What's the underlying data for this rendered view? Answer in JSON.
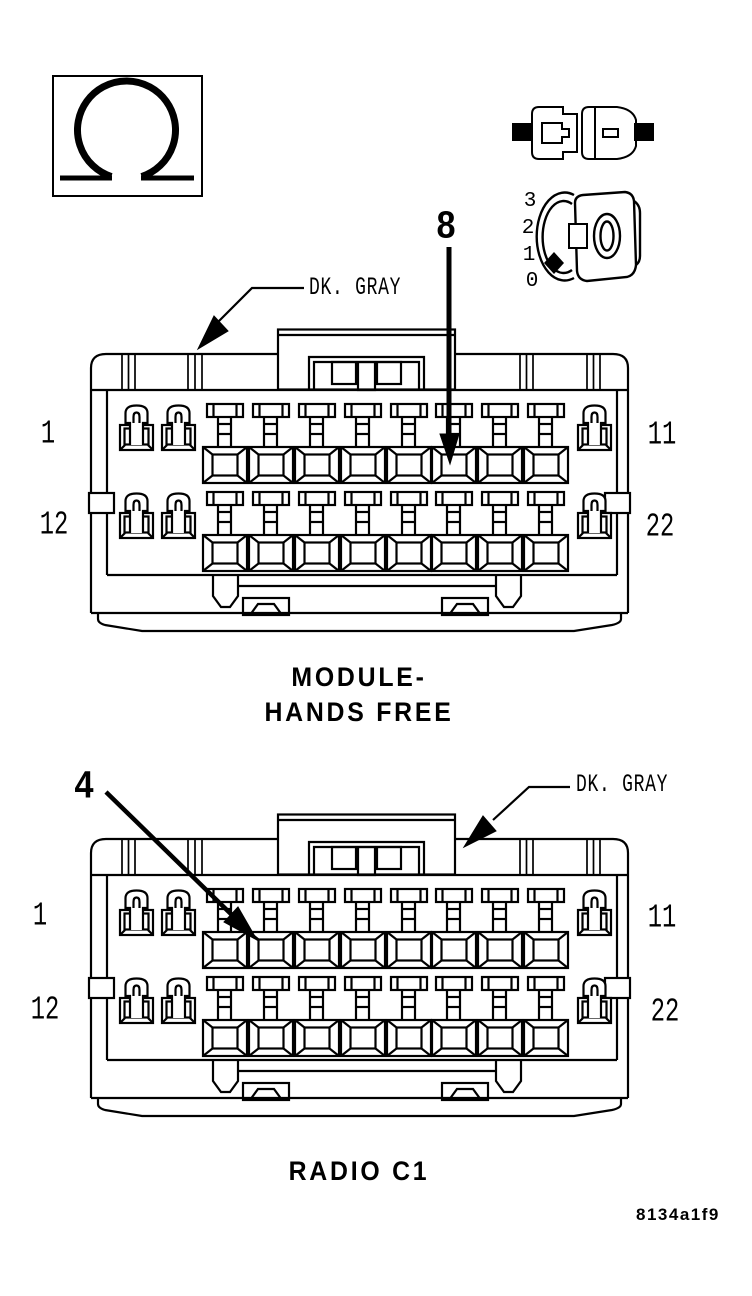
{
  "palette": {
    "ink": "#000000",
    "paper": "#ffffff"
  },
  "figure": {
    "code": "8134a1f9"
  },
  "icons": {
    "ohmmeter": {
      "symbol": "ohm"
    },
    "disconnect_connector": {
      "name": "disconnect-connector"
    },
    "switch_dial": {
      "positions": [
        "3",
        "2",
        "1",
        "0"
      ]
    }
  },
  "connectors": [
    {
      "caption_lines": [
        "MODULE-",
        "HANDS FREE"
      ],
      "color_label": "DK. GRAY",
      "highlighted_pin": "8",
      "pins": {
        "row1_left": "1",
        "row1_right": "11",
        "row2_left": "12",
        "row2_right": "22"
      }
    },
    {
      "caption_lines": [
        "RADIO C1"
      ],
      "color_label": "DK. GRAY",
      "highlighted_pin": "4",
      "pins": {
        "row1_left": "1",
        "row1_right": "11",
        "row2_left": "12",
        "row2_right": "22"
      }
    }
  ]
}
